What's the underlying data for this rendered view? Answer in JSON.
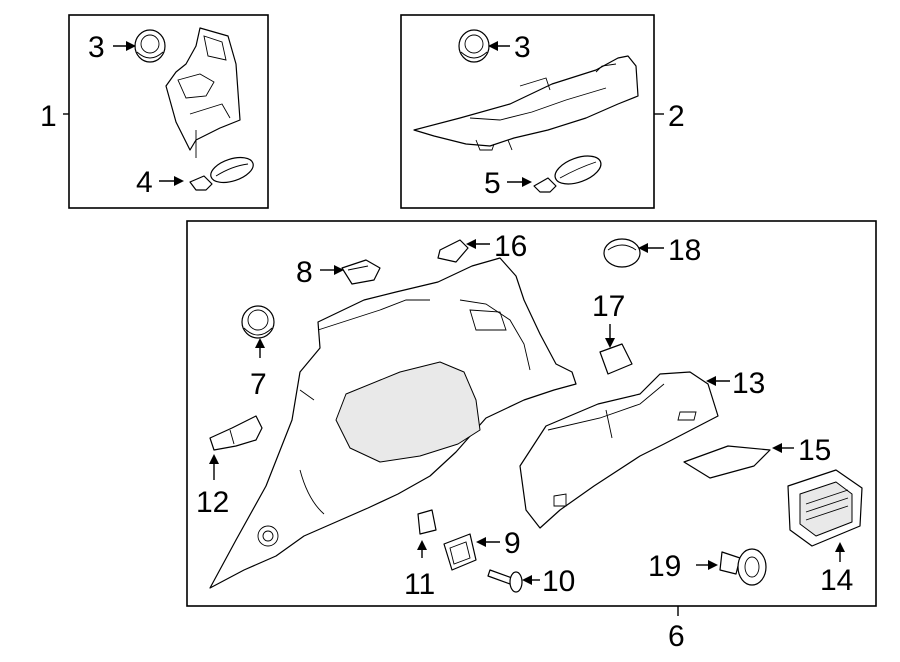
{
  "diagram": {
    "groups": [
      {
        "id": "upper-left-group",
        "callout": "1",
        "parts": [
          "3",
          "4"
        ]
      },
      {
        "id": "upper-right-group",
        "callout": "2",
        "parts": [
          "3",
          "5"
        ]
      },
      {
        "id": "lower-group",
        "callout": "6",
        "parts": [
          "7",
          "8",
          "9",
          "10",
          "11",
          "12",
          "13",
          "14",
          "15",
          "16",
          "17",
          "18",
          "19"
        ]
      }
    ],
    "callouts": {
      "c1": "1",
      "c2": "2",
      "c3a": "3",
      "c3b": "3",
      "c4": "4",
      "c5": "5",
      "c6": "6",
      "c7": "7",
      "c8": "8",
      "c9": "9",
      "c10": "10",
      "c11": "11",
      "c12": "12",
      "c13": "13",
      "c14": "14",
      "c15": "15",
      "c16": "16",
      "c17": "17",
      "c18": "18",
      "c19": "19"
    }
  }
}
